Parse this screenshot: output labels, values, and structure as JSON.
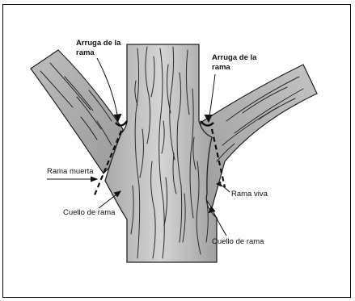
{
  "labels": {
    "left_top_line1": "Arruga de la",
    "left_top_line2": "rama",
    "right_top_line1": "Arruga de la",
    "right_top_line2": "rama",
    "dead_branch": "Rama muerta",
    "live_branch": "Rama viva",
    "left_collar": "Cuello de rama",
    "right_collar": "Cuello de rama"
  }
}
